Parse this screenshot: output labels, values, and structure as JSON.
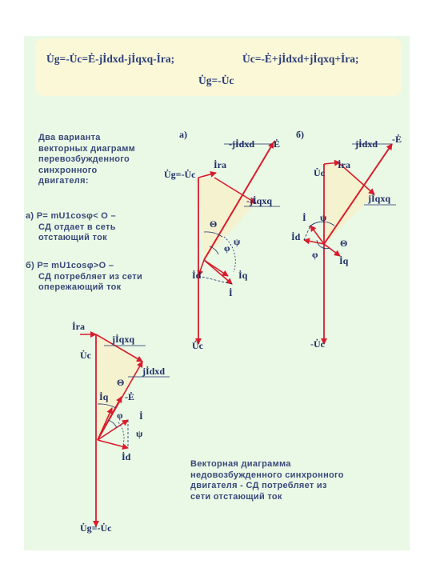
{
  "formulas": {
    "line1_left": "U̇g=-U̇c=Ė-jİdxd-jİqxq-İra;",
    "line1_right": "U̇c=-Ė+jİdxd+jİqxq+İra;",
    "line2": "U̇g=-U̇c"
  },
  "description": {
    "intro": [
      "Два варианта",
      "векторных диаграмм",
      "перевозбужденного",
      "синхронного",
      "двигателя:"
    ],
    "case_a": [
      "а) P= mU1cosφ< O –",
      "СД отдает в сеть",
      "отстающий ток"
    ],
    "case_b": [
      "б) P= mU1cosφ>O –",
      "СД потребляет из сети",
      "опережающий ток"
    ]
  },
  "caption": [
    "Векторная диаграмма",
    "недовозбужденного синхронного",
    "двигателя - СД потребляет из",
    "сети отстающий ток"
  ],
  "diagram_a": {
    "tag": "а)",
    "labels": {
      "jIdxd": "-jİdxd",
      "E": "Ė",
      "Ug": "U̇g=-U̇c",
      "Ira": "İra",
      "jIqxq": "-jİqxq",
      "theta": "Θ",
      "psi": "ψ",
      "phi": "φ",
      "Id": "İd",
      "Iq": "İq",
      "I": "İ",
      "Uc": "U̇c"
    }
  },
  "diagram_b": {
    "tag": "б)",
    "labels": {
      "jIdxd": "jİdxd",
      "E": "-Ė",
      "Uc": "U̇c",
      "Ira": "İra",
      "jIqxq": "jİqxq",
      "I": "İ",
      "psi": "ψ",
      "theta": "Θ",
      "Id": "İd",
      "phi": "φ",
      "Iq": "İq",
      "mUc": "-U̇c"
    }
  },
  "diagram_c": {
    "labels": {
      "Ira": "İra",
      "jIqxq": "jİqxq",
      "Uc": "U̇c",
      "jIdxd": "jİdxd",
      "theta": "Θ",
      "Iq": "İq",
      "E": "-Ė",
      "phi": "φ",
      "I": "İ",
      "psi": "ψ",
      "Id": "İd",
      "Ug": "U̇g=-U̇c"
    }
  },
  "colors": {
    "vector": "#d81c2c",
    "text": "#1d2d66",
    "slide_bg": "#eaf8e6",
    "formula_bg": "#fbf8d8"
  }
}
